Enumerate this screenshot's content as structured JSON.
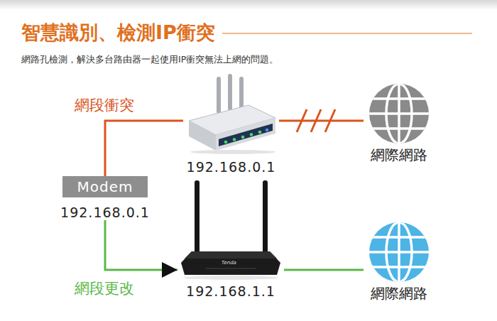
{
  "diagram": {
    "title": "智慧識別、檢測IP衝突",
    "nodes": [
      {
        "text": [
          "Modem",
          "192.168.0.1"
        ]
      },
      {
        "text": [
          "192.168.0.1"
        ]
      },
      {
        "text": [
          "網際網路"
        ]
      },
      {
        "text": [
          "192.168.1.1"
        ]
      },
      {
        "text": [
          "網際網路"
        ]
      }
    ],
    "edges": [
      {
        "from": 0,
        "to": 1,
        "label": "網段衝突",
        "arrow": "none"
      },
      {
        "from": 1,
        "to": 2,
        "arrow": "none"
      },
      {
        "from": 0,
        "to": 3,
        "label": "網段更改",
        "arrow": "to"
      },
      {
        "from": 3,
        "to": 4,
        "arrow": "none"
      }
    ],
    "labels": [
      "網路孔檢測，解決多台路由器一起使用IP衝突無法上網的問題。",
      "Tenda"
    ]
  }
}
